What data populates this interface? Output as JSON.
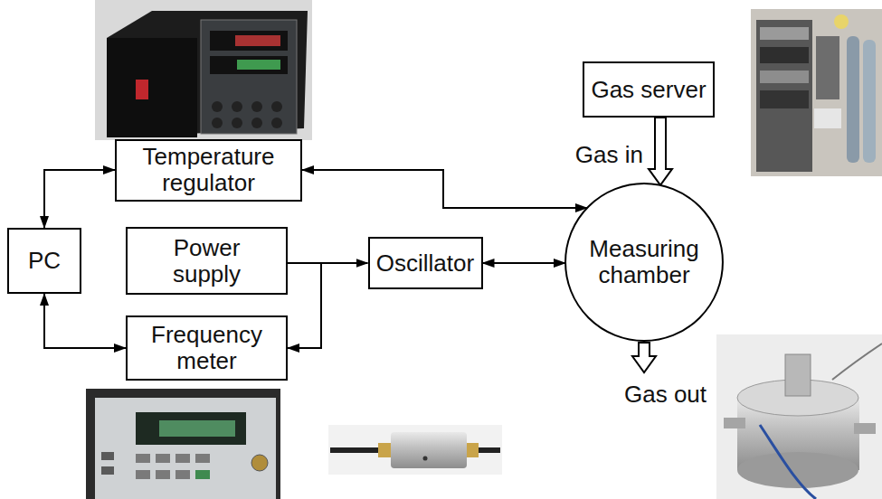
{
  "diagram": {
    "nodes": [
      {
        "text": [
          "Gas server"
        ]
      },
      {
        "text": [
          "Temperature regulator"
        ]
      },
      {
        "text": [
          "PC"
        ]
      },
      {
        "text": [
          "Power supply"
        ]
      },
      {
        "text": [
          "Oscillator"
        ]
      },
      {
        "text": [
          "Measuring chamber"
        ]
      },
      {
        "text": [
          "Frequency meter"
        ]
      }
    ],
    "edges": [
      {
        "from": 2,
        "to": 1,
        "arrow": "both"
      },
      {
        "from": 1,
        "to": 5,
        "arrow": "both"
      },
      {
        "from": 3,
        "to": 4,
        "arrow": "to"
      },
      {
        "from": 3,
        "to": 6,
        "arrow": "to"
      },
      {
        "from": 2,
        "to": 6,
        "arrow": "both"
      },
      {
        "from": 4,
        "to": 5,
        "arrow": "both"
      },
      {
        "from": 0,
        "to": 5,
        "arrow": "to",
        "label": "Gas in"
      }
    ],
    "labels": [
      "Gas out"
    ]
  }
}
